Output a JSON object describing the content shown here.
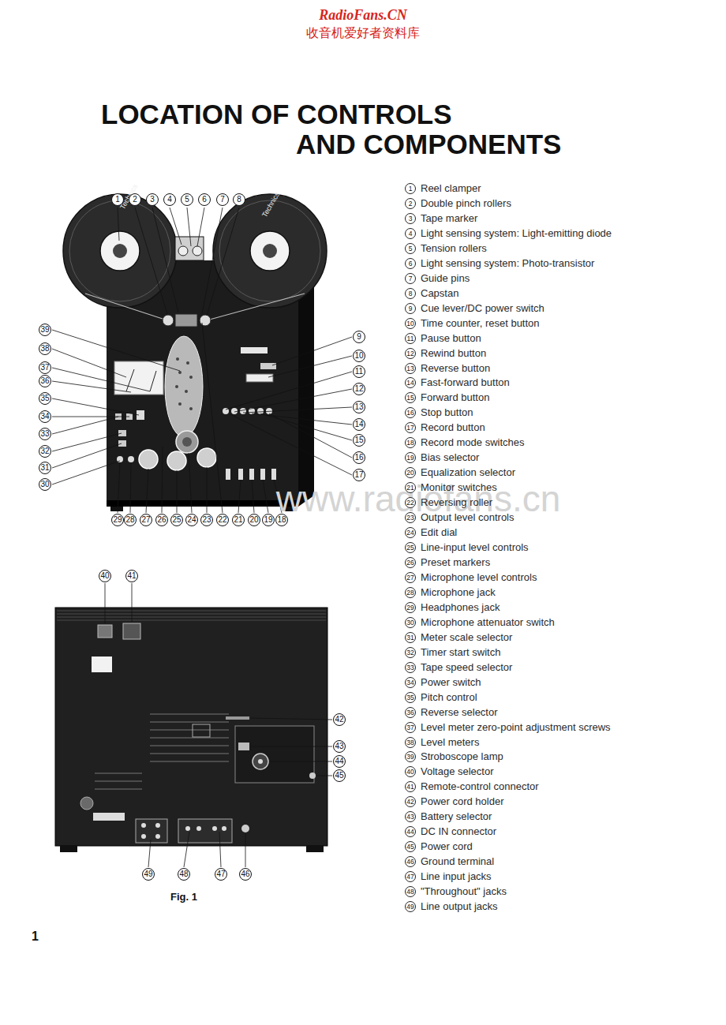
{
  "diagram": {
    "title": "LOCATION OF CONTROLS AND COMPONENTS",
    "caption": "Fig. 1",
    "labels": [
      "RadioFans.CN",
      "收音机爱好者资料库",
      "Technics",
      "Technics",
      "www.radiofans.cn",
      "1",
      "2",
      "3",
      "4",
      "5",
      "6",
      "7",
      "8",
      "9",
      "10",
      "11",
      "12",
      "13",
      "14",
      "15",
      "16",
      "17",
      "18",
      "19",
      "20",
      "21",
      "22",
      "23",
      "24",
      "25",
      "26",
      "27",
      "28",
      "29",
      "30",
      "31",
      "32",
      "33",
      "34",
      "35",
      "36",
      "37",
      "38",
      "39",
      "40",
      "41",
      "42",
      "43",
      "44",
      "45",
      "46",
      "47",
      "48",
      "49",
      "1",
      "Reel clamper",
      "2",
      "Double pinch rollers",
      "3",
      "Tape marker",
      "4",
      "Light sensing system: Light-emitting diode",
      "5",
      "Tension rollers",
      "6",
      "Light sensing system: Photo-transistor",
      "7",
      "Guide pins",
      "8",
      "Capstan",
      "9",
      "Cue lever/DC power switch",
      "10",
      "Time counter, reset button",
      "11",
      "Pause button",
      "12",
      "Rewind button",
      "13",
      "Reverse button",
      "14",
      "Fast-forward button",
      "15",
      "Forward button",
      "16",
      "Stop button",
      "17",
      "Record button",
      "18",
      "Record mode switches",
      "19",
      "Bias selector",
      "20",
      "Equalization selector",
      "21",
      "Monitor switches",
      "22",
      "Reversing roller",
      "23",
      "Output level controls",
      "24",
      "Edit dial",
      "25",
      "Line-input level controls",
      "26",
      "Preset markers",
      "27",
      "Microphone level controls",
      "28",
      "Microphone jack",
      "29",
      "Headphones jack",
      "30",
      "Microphone attenuator switch",
      "31",
      "Meter scale selector",
      "32",
      "Timer start switch",
      "33",
      "Tape speed selector",
      "34",
      "Power switch",
      "35",
      "Pitch control",
      "36",
      "Reverse selector",
      "37",
      "Level meter zero-point adjustment screws",
      "38",
      "Level meters",
      "39",
      "Stroboscope lamp",
      "40",
      "Voltage selector",
      "41",
      "Remote-control connector",
      "42",
      "Power cord holder",
      "43",
      "Battery selector",
      "44",
      "DC IN connector",
      "45",
      "Power cord",
      "46",
      "Ground terminal",
      "47",
      "Line input jacks",
      "48",
      "\"Throughout\" jacks",
      "49",
      "Line output jacks",
      "1"
    ]
  }
}
